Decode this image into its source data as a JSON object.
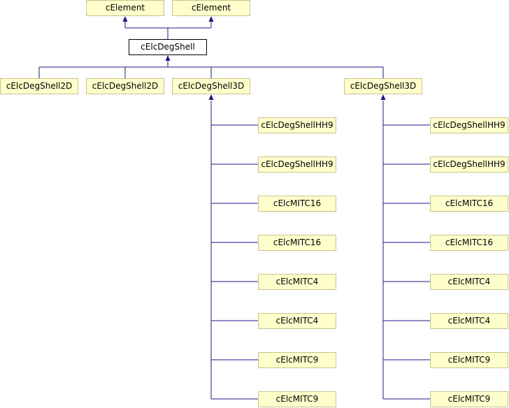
{
  "diagram": {
    "parents": [
      "cElement",
      "cElement"
    ],
    "current": "cElcDegShell",
    "children": [
      "cElcDegShell2D",
      "cElcDegShell2D",
      "cElcDegShell3D",
      "cElcDegShell3D"
    ],
    "left_descendants": [
      "cElcDegShellHH9",
      "cElcDegShellHH9",
      "cElcMITC16",
      "cElcMITC16",
      "cElcMITC4",
      "cElcMITC4",
      "cElcMITC9",
      "cElcMITC9"
    ],
    "right_descendants": [
      "cElcDegShellHH9",
      "cElcDegShellHH9",
      "cElcMITC16",
      "cElcMITC16",
      "cElcMITC4",
      "cElcMITC4",
      "cElcMITC9",
      "cElcMITC9"
    ],
    "edge_color": "#1a1a8c"
  }
}
